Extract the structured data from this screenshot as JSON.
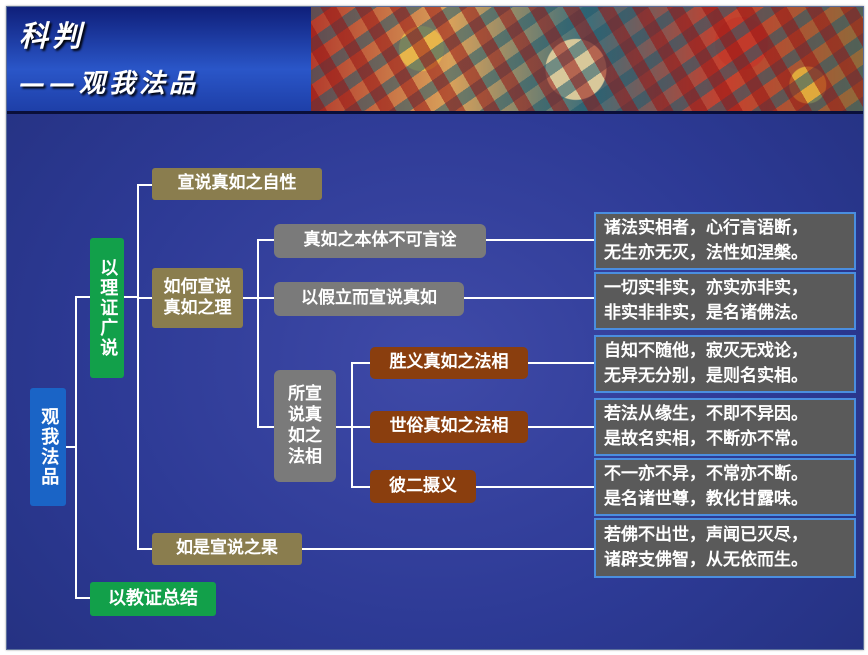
{
  "header": {
    "title": "科判",
    "subtitle": "——观我法品"
  },
  "tree": {
    "root": "观我法品",
    "part1": "以理证广说",
    "part2": "以教证总结",
    "part1_children": {
      "a": "宣说真如之自性",
      "b": "如何宣说真如之理",
      "c": "如是宣说之果"
    },
    "b_children": {
      "b1": "真如之本体不可言诠",
      "b2": "以假立而宣说真如",
      "b3": "所宣说真如之法相"
    },
    "b3_children": {
      "x1": "胜义真如之法相",
      "x2": "世俗真如之法相",
      "x3": "彼二摄义"
    }
  },
  "quotes": [
    {
      "line1": "诸法实相者，心行言语断，",
      "line2": "无生亦无灭，法性如涅槃。"
    },
    {
      "line1": "一切实非实，亦实亦非实，",
      "line2": "非实非非实，是名诸佛法。"
    },
    {
      "line1": "自知不随他，寂灭无戏论，",
      "line2": "无异无分别，是则名实相。"
    },
    {
      "line1": "若法从缘生，不即不异因。",
      "line2": "是故名实相，不断亦不常。"
    },
    {
      "line1": "不一亦不异，不常亦不断。",
      "line2": "是名诸世尊，教化甘露味。"
    },
    {
      "line1": "若佛不出世，声闻已灭尽，",
      "line2": "诸辟支佛智，从无依而生。"
    }
  ]
}
